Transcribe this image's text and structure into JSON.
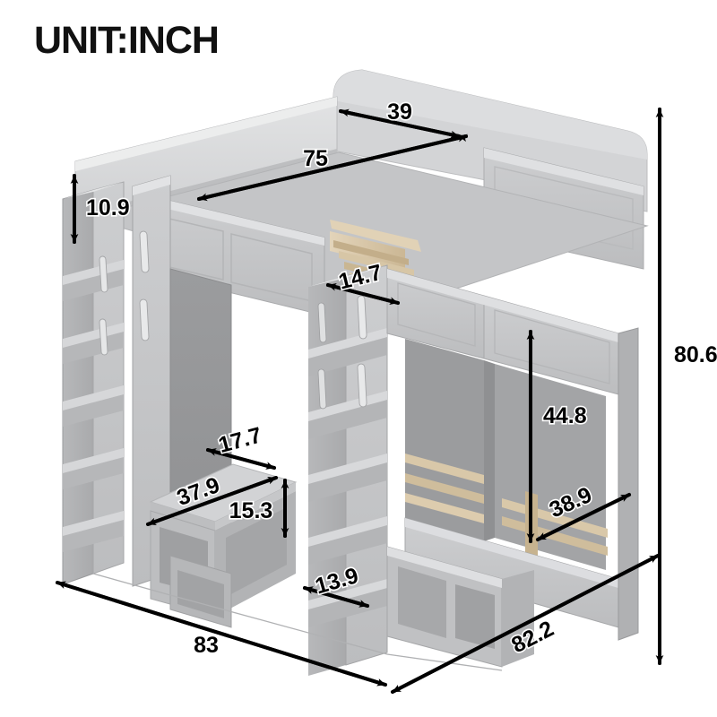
{
  "title": "UNIT:INCH",
  "product": {
    "type": "twin-over-twin bunk bed with ladders, desk and storage shelves",
    "frame_color": "#c6c7c9",
    "slat_color": "#d9c7a9",
    "line_color": "#000000",
    "background": "#ffffff"
  },
  "dimensions": {
    "unit": "inch",
    "items": [
      {
        "id": "top-bunk-width",
        "label": "39",
        "orientation": "diagonal-right"
      },
      {
        "id": "top-bunk-length",
        "label": "75",
        "orientation": "diagonal-right"
      },
      {
        "id": "guardrail-height",
        "label": "10.9",
        "orientation": "vertical"
      },
      {
        "id": "slat-ledge-depth",
        "label": "14.7",
        "orientation": "diagonal-right"
      },
      {
        "id": "overall-height",
        "label": "80.6",
        "orientation": "vertical"
      },
      {
        "id": "lower-bunk-clearance",
        "label": "44.8",
        "orientation": "vertical"
      },
      {
        "id": "desk-depth",
        "label": "17.7",
        "orientation": "diagonal-right"
      },
      {
        "id": "desk-width",
        "label": "37.9",
        "orientation": "diagonal-right"
      },
      {
        "id": "shelf-height",
        "label": "15.3",
        "orientation": "vertical"
      },
      {
        "id": "ladder-width",
        "label": "13.9",
        "orientation": "diagonal-right"
      },
      {
        "id": "overall-depth-left",
        "label": "83",
        "orientation": "diagonal-right"
      },
      {
        "id": "overall-depth-right",
        "label": "82.2",
        "orientation": "diagonal-right"
      },
      {
        "id": "lower-bunk-width",
        "label": "38.9",
        "orientation": "diagonal-right"
      }
    ]
  }
}
